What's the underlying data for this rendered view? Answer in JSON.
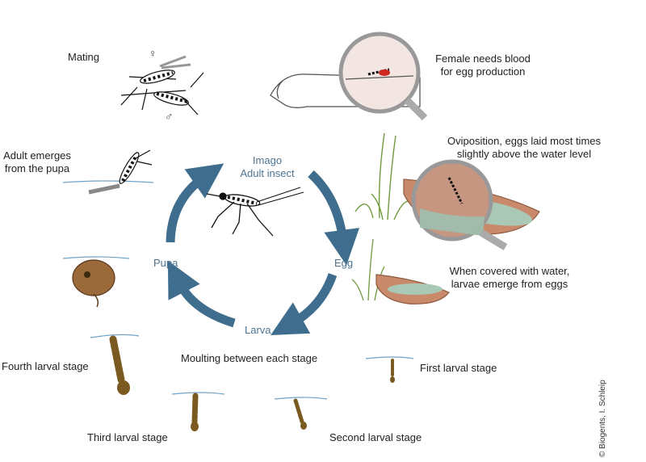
{
  "cycle": {
    "imago_line1": "Imago",
    "imago_line2": "Adult insect",
    "egg": "Egg",
    "larva": "Larva",
    "pupa": "Pupa",
    "moulting": "Moulting between each stage"
  },
  "stages": {
    "mating": "Mating",
    "female_line1": "Female needs blood",
    "female_line2": "for egg production",
    "oviposition_line1": "Oviposition, eggs laid most times",
    "oviposition_line2": "slightly above the water level",
    "covered_line1": "When covered with water,",
    "covered_line2": "larvae emerge from eggs",
    "first": "First larval stage",
    "second": "Second larval stage",
    "third": "Third larval stage",
    "fourth": "Fourth larval stage",
    "adult_line1": "Adult emerges",
    "adult_line2": "from the pupa"
  },
  "symbols": {
    "female": "♀",
    "male": "♂"
  },
  "copyright": "© Biogents, I. Schleip",
  "colors": {
    "arrow": "#3f6d8e",
    "label_blue": "#4d7391",
    "water": "#6fa3c9",
    "bowl": "#c88a6a",
    "larva": "#8a6a2a"
  }
}
